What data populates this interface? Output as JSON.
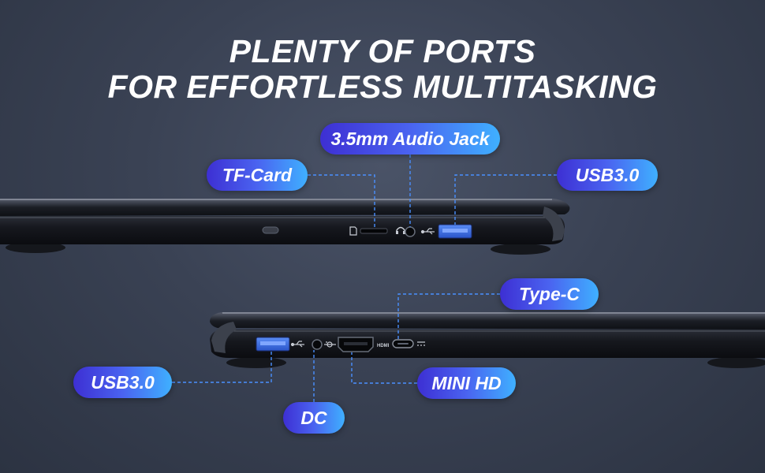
{
  "headline": {
    "line1": "PLENTY OF PORTS",
    "line2": "FOR EFFORTLESS MULTITASKING"
  },
  "colors": {
    "pill_gradient_start": "#3d2fd3",
    "pill_gradient_end": "#3fb0ff",
    "usb_port_blue": "#3b72e6",
    "dashed_line": "#4a90ff"
  },
  "top_laptop": {
    "labels": {
      "tf_card": "TF-Card",
      "audio_jack": "3.5mm Audio Jack",
      "usb_right": "USB3.0"
    },
    "icons": [
      "sd-card-icon",
      "headphone-icon",
      "usb-symbol-icon"
    ]
  },
  "bottom_laptop": {
    "labels": {
      "type_c": "Type-C",
      "usb_left": "USB3.0",
      "mini_hd": "MINI HD",
      "dc": "DC"
    },
    "port_text": {
      "hdmi": "HDMI"
    },
    "icons": [
      "usb-symbol-icon",
      "dc-power-icon",
      "type-c-power-icon"
    ]
  }
}
